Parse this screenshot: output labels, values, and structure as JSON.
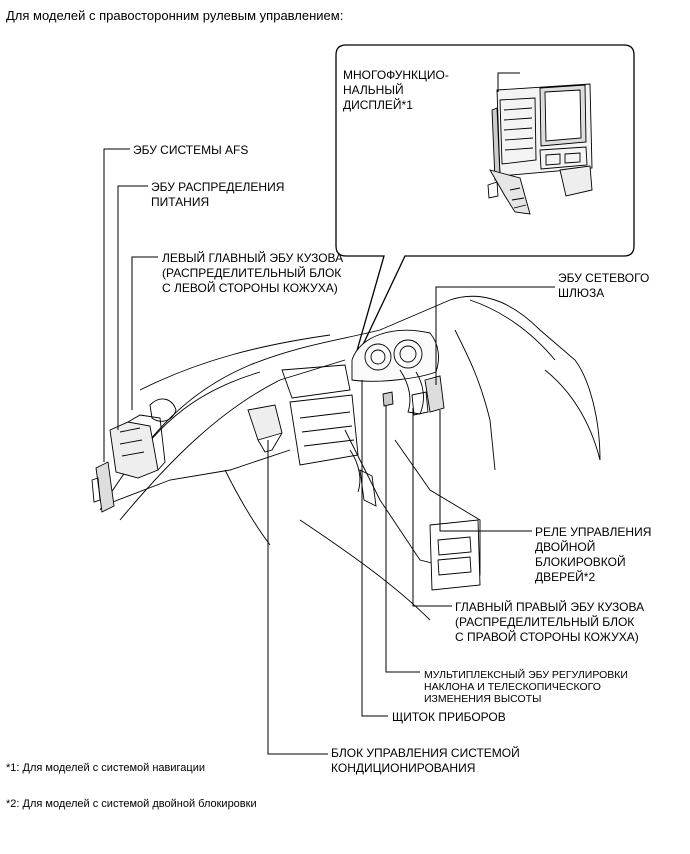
{
  "header": "Для моделей с правосторонним рулевым управлением:",
  "labels": {
    "multi_display": "МНОГОФУНКЦИО-\nНАЛЬНЫЙ\nДИСПЛЕЙ*1",
    "afs_ecu": "ЭБУ СИСТЕМЫ AFS",
    "power_dist_ecu": "ЭБУ РАСПРЕДЕЛЕНИЯ\nПИТАНИЯ",
    "left_body_ecu": "ЛЕВЫЙ ГЛАВНЫЙ ЭБУ КУЗОВА\n(РАСПРЕДЕЛИТЕЛЬНЫЙ БЛОК\nС ЛЕВОЙ СТОРОНЫ КОЖУХА)",
    "gateway_ecu": "ЭБУ СЕТЕВОГО\nШЛЮЗА",
    "double_lock_relay": "РЕЛЕ УПРАВЛЕНИЯ\nДВОЙНОЙ\nБЛОКИРОВКОЙ\nДВЕРЕЙ*2",
    "right_body_ecu": "ГЛАВНЫЙ ПРАВЫЙ ЭБУ КУЗОВА\n(РАСПРЕДЕЛИТЕЛЬНЫЙ БЛОК\nС ПРАВОЙ СТОРОНЫ КОЖУХА)",
    "tilt_tele_ecu": "МУЛЬТИПЛЕКСНЫЙ ЭБУ РЕГУЛИРОВКИ\nНАКЛОНА И ТЕЛЕСКОПИЧЕСКОГО\nИЗМЕНЕНИЯ ВЫСОТЫ",
    "instrument_panel": "ЩИТОК ПРИБОРОВ",
    "ac_control": "БЛОК УПРАВЛЕНИЯ СИСТЕМОЙ\nКОНДИЦИОНИРОВАНИЯ"
  },
  "footnotes": {
    "note1": "*1: Для моделей с системой навигации",
    "note2": "*2: Для моделей с системой двойной блокировки"
  }
}
